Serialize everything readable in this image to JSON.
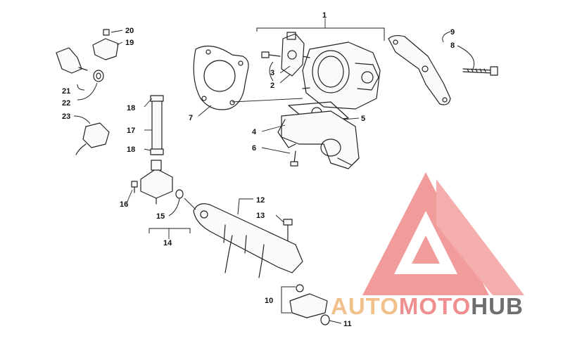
{
  "diagram": {
    "callouts": [
      "1",
      "2",
      "3",
      "4",
      "5",
      "6",
      "7",
      "8",
      "9",
      "10",
      "11",
      "12",
      "13",
      "14",
      "15",
      "16",
      "17",
      "18",
      "18",
      "19",
      "20",
      "21",
      "22",
      "23"
    ]
  },
  "watermark": {
    "word1": "AUTO",
    "word2": "MOTO",
    "word3": "HUB",
    "colors": {
      "logo": "#f08a8a",
      "auto": "#f2c08a",
      "moto": "#ef8f8f",
      "hub": "#6e6e6e"
    }
  }
}
